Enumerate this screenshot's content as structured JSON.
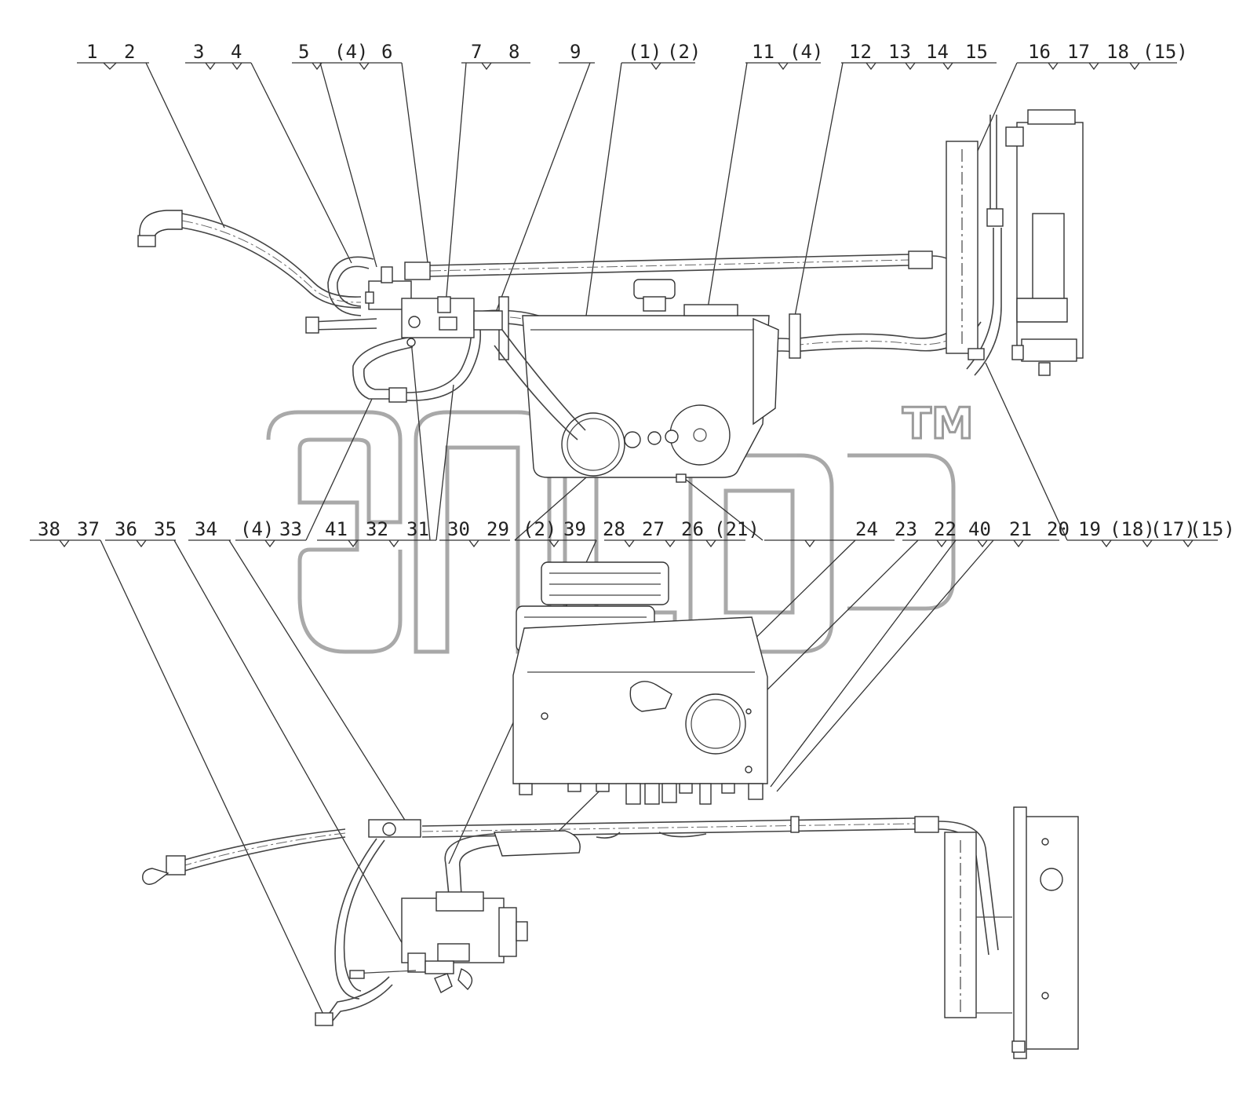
{
  "callouts_top": [
    {
      "group": "g1-2",
      "labels": [
        "1",
        "2"
      ]
    },
    {
      "group": "g3-4",
      "labels": [
        "3",
        "4"
      ]
    },
    {
      "group": "g5-6",
      "labels": [
        "5",
        "(4)",
        "6"
      ]
    },
    {
      "group": "g7-8",
      "labels": [
        "7",
        "8"
      ]
    },
    {
      "group": "g9",
      "labels": [
        "9"
      ]
    },
    {
      "group": "g1p-2p",
      "labels": [
        "(1)",
        "(2)"
      ]
    },
    {
      "group": "g11",
      "labels": [
        "11",
        "(4)"
      ]
    },
    {
      "group": "g12-15",
      "labels": [
        "12",
        "13",
        "14",
        "15"
      ]
    },
    {
      "group": "g16-18",
      "labels": [
        "16",
        "17",
        "18",
        "(15)"
      ]
    }
  ],
  "callouts_middle": [
    {
      "group": "g38-35",
      "labels": [
        "38",
        "37",
        "36",
        "35"
      ]
    },
    {
      "group": "g34",
      "labels": [
        "34"
      ]
    },
    {
      "group": "g33",
      "labels": [
        "(4)",
        "33"
      ]
    },
    {
      "group": "g41-31",
      "labels": [
        "41",
        "32",
        "31"
      ]
    },
    {
      "group": "g30-29",
      "labels": [
        "30",
        "29"
      ]
    },
    {
      "group": "g2-39",
      "labels": [
        "(2)",
        "39"
      ]
    },
    {
      "group": "g28-21",
      "labels": [
        "28",
        "27",
        "26",
        "(21)"
      ]
    },
    {
      "group": "g24-23",
      "labels": [
        "24",
        "23"
      ]
    },
    {
      "group": "g22-20",
      "labels": [
        "22",
        "40",
        "21",
        "20"
      ]
    },
    {
      "group": "g19-15",
      "labels": [
        "19",
        "(18)",
        "(17)",
        "(15)"
      ]
    }
  ],
  "watermark": {
    "text": "TM"
  }
}
